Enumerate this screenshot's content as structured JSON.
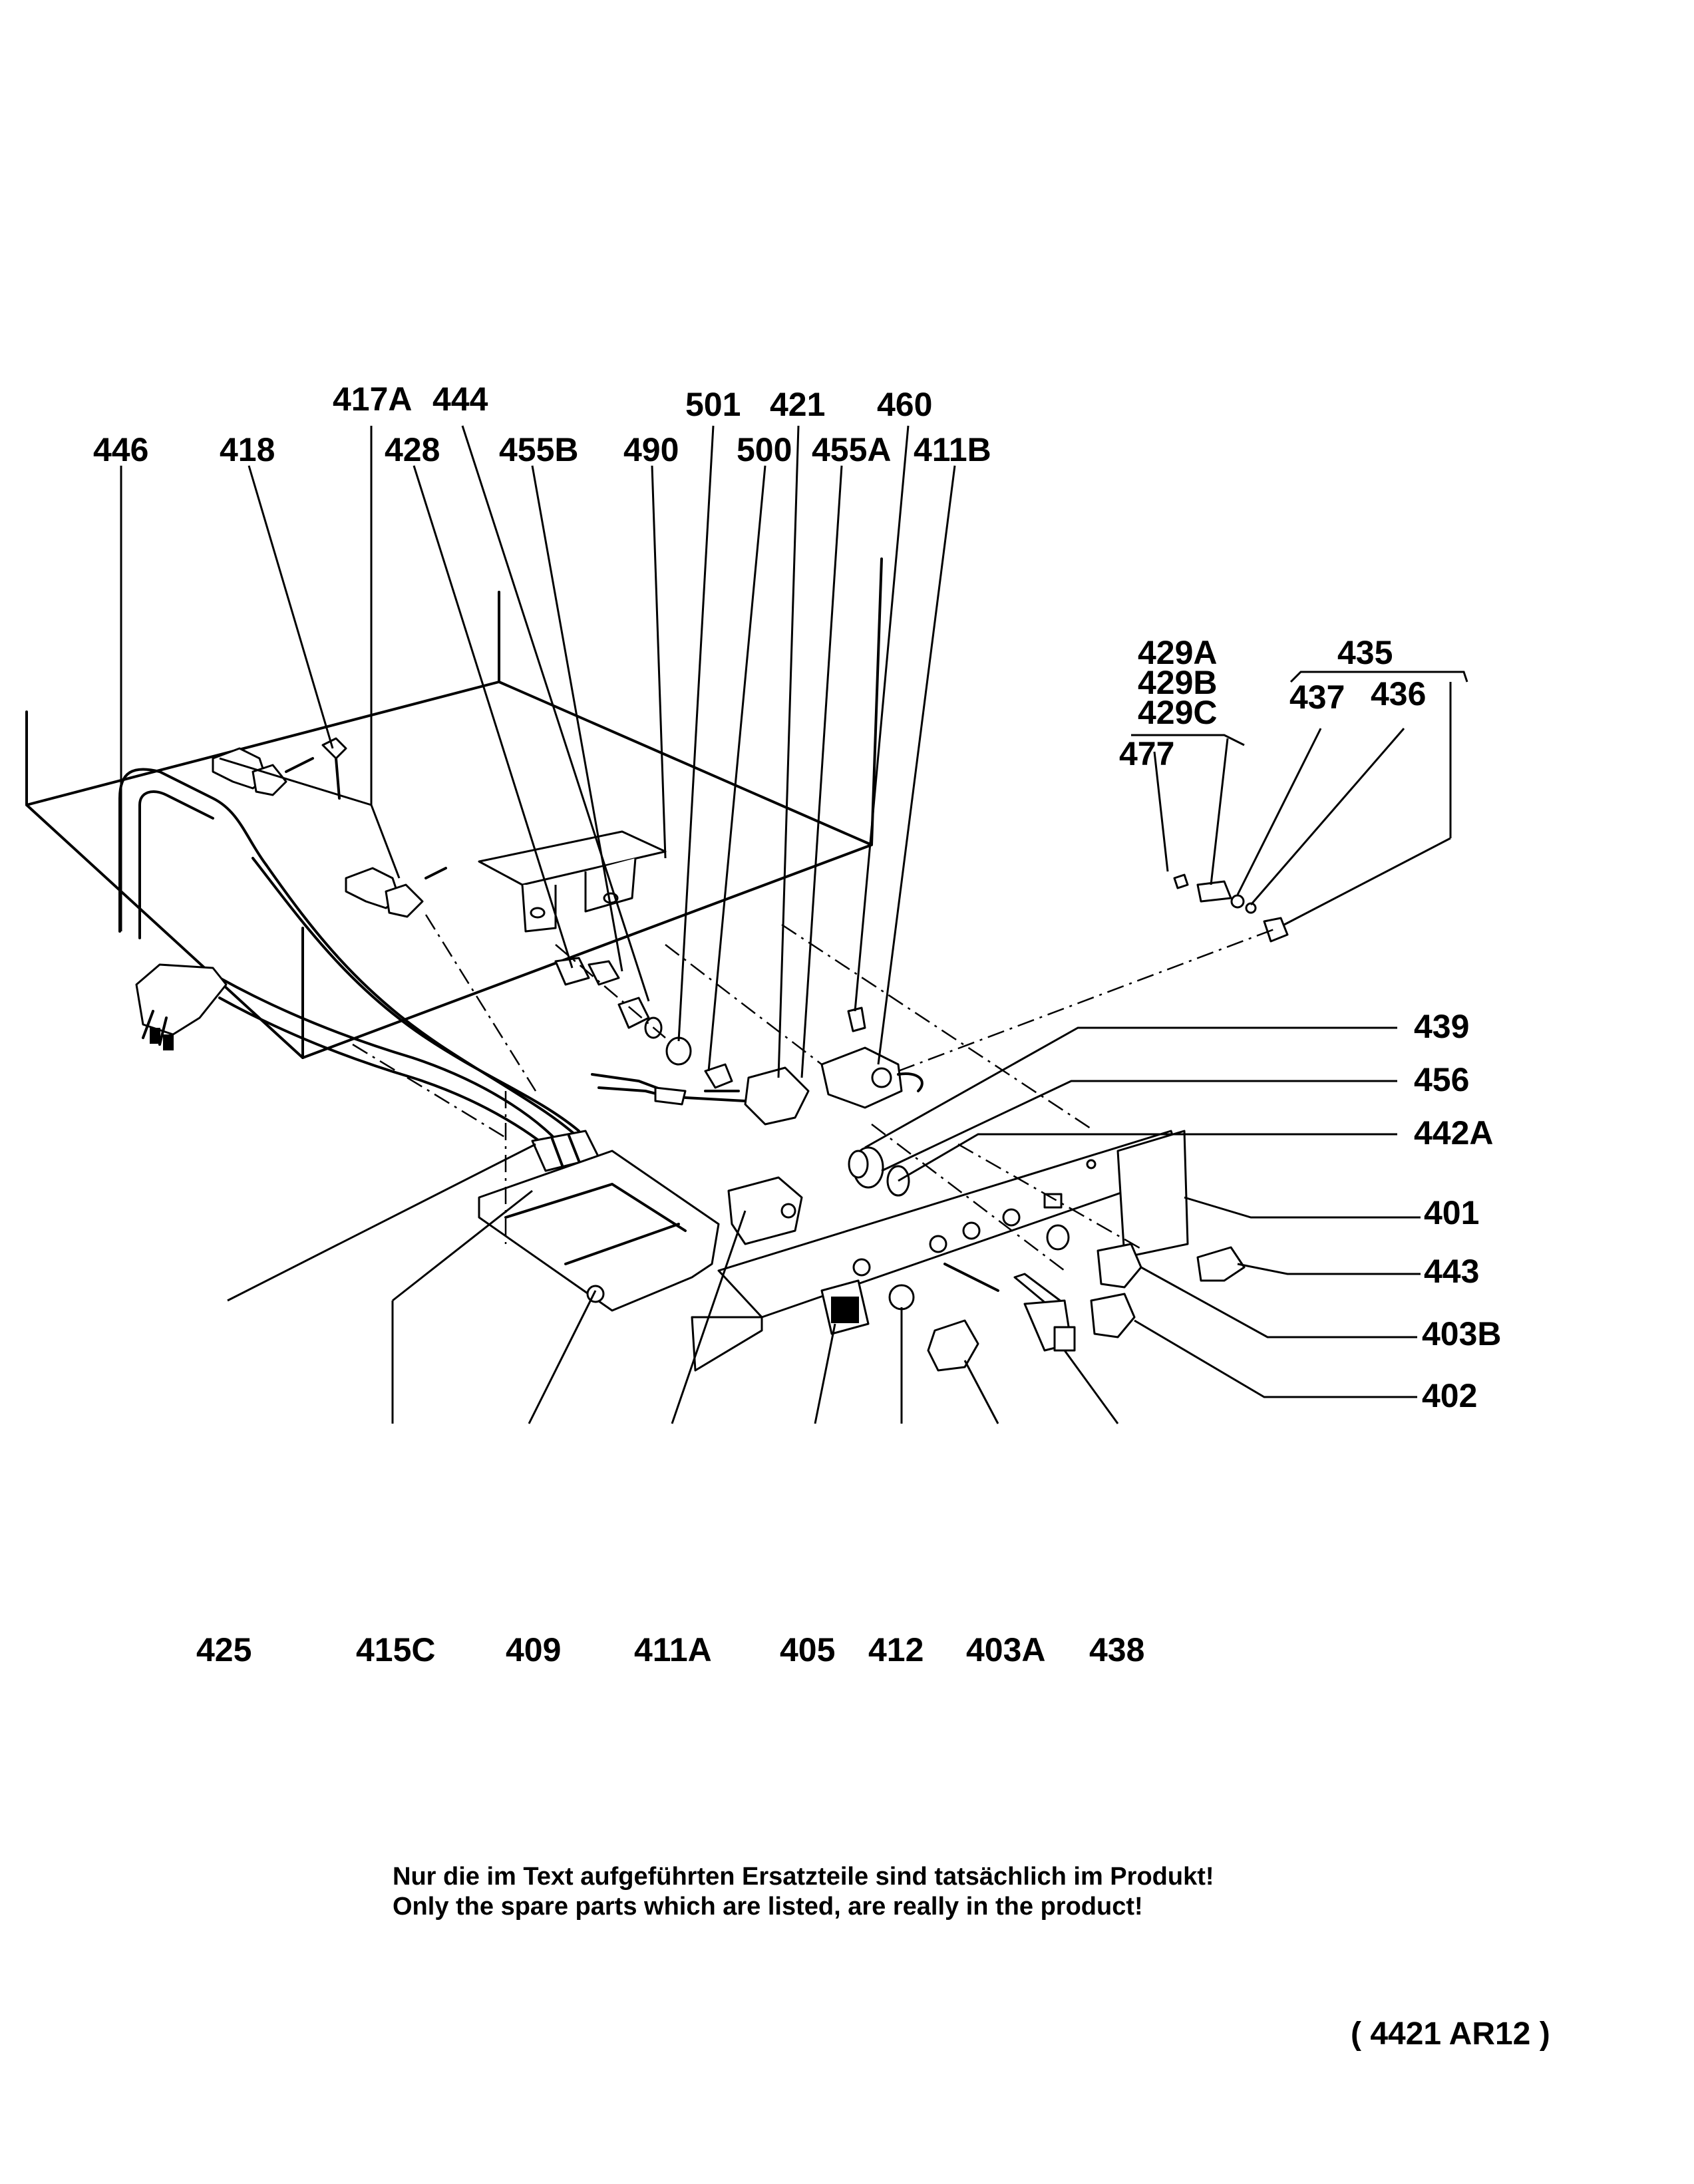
{
  "diagram": {
    "labels": [
      {
        "id": "417A",
        "text": "417A"
      },
      {
        "id": "444",
        "text": "444"
      },
      {
        "id": "501",
        "text": "501"
      },
      {
        "id": "421",
        "text": "421"
      },
      {
        "id": "460",
        "text": "460"
      },
      {
        "id": "446",
        "text": "446"
      },
      {
        "id": "418",
        "text": "418"
      },
      {
        "id": "428",
        "text": "428"
      },
      {
        "id": "455B",
        "text": "455B"
      },
      {
        "id": "490",
        "text": "490"
      },
      {
        "id": "500",
        "text": "500"
      },
      {
        "id": "455A",
        "text": "455A"
      },
      {
        "id": "411B",
        "text": "411B"
      },
      {
        "id": "429A",
        "text": "429A"
      },
      {
        "id": "429B",
        "text": "429B"
      },
      {
        "id": "429C",
        "text": "429C"
      },
      {
        "id": "435",
        "text": "435"
      },
      {
        "id": "437",
        "text": "437"
      },
      {
        "id": "436",
        "text": "436"
      },
      {
        "id": "477",
        "text": "477"
      },
      {
        "id": "439",
        "text": "439"
      },
      {
        "id": "456",
        "text": "456"
      },
      {
        "id": "442A",
        "text": "442A"
      },
      {
        "id": "401",
        "text": "401"
      },
      {
        "id": "443",
        "text": "443"
      },
      {
        "id": "403B",
        "text": "403B"
      },
      {
        "id": "402",
        "text": "402"
      },
      {
        "id": "425",
        "text": "425"
      },
      {
        "id": "415C",
        "text": "415C"
      },
      {
        "id": "409",
        "text": "409"
      },
      {
        "id": "411A",
        "text": "411A"
      },
      {
        "id": "405",
        "text": "405"
      },
      {
        "id": "412",
        "text": "412"
      },
      {
        "id": "403A",
        "text": "403A"
      },
      {
        "id": "438",
        "text": "438"
      }
    ]
  },
  "notes": {
    "line_de": "Nur die im Text aufgeführten Ersatzteile sind tatsächlich im Produkt!",
    "line_en": "Only the spare parts which are listed, are really in the product!"
  },
  "reference_code": "( 4421 AR12 )"
}
